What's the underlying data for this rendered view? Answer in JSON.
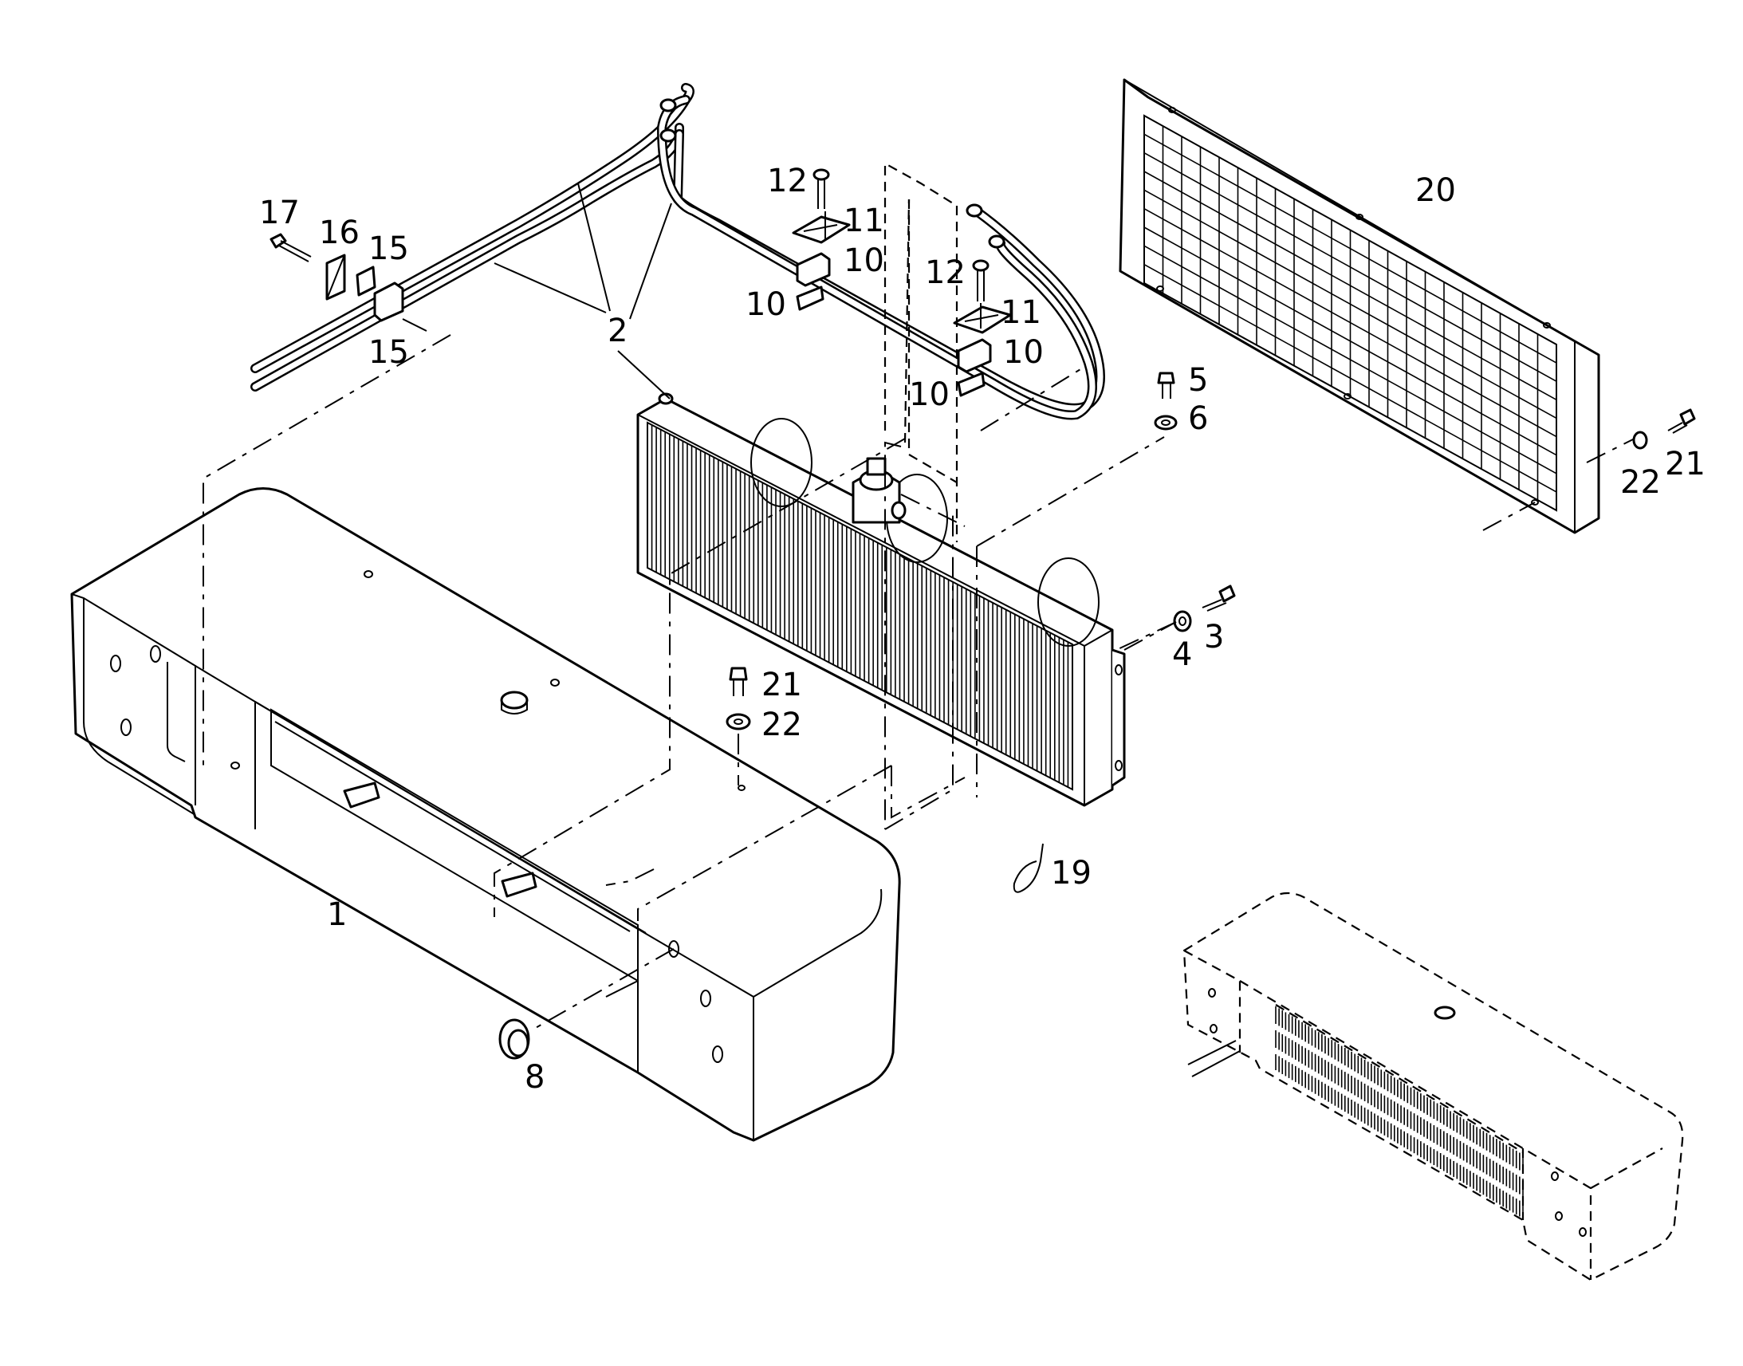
{
  "callouts": [
    {
      "id": "c1",
      "text": "1"
    },
    {
      "id": "c2",
      "text": "2"
    },
    {
      "id": "c3",
      "text": "3"
    },
    {
      "id": "c4",
      "text": "4"
    },
    {
      "id": "c5",
      "text": "5"
    },
    {
      "id": "c6",
      "text": "6"
    },
    {
      "id": "c8",
      "text": "8"
    },
    {
      "id": "c10a",
      "text": "10"
    },
    {
      "id": "c10b",
      "text": "10"
    },
    {
      "id": "c10c",
      "text": "10"
    },
    {
      "id": "c10d",
      "text": "10"
    },
    {
      "id": "c11a",
      "text": "11"
    },
    {
      "id": "c11b",
      "text": "11"
    },
    {
      "id": "c12a",
      "text": "12"
    },
    {
      "id": "c12b",
      "text": "12"
    },
    {
      "id": "c15a",
      "text": "15"
    },
    {
      "id": "c15b",
      "text": "15"
    },
    {
      "id": "c16",
      "text": "16"
    },
    {
      "id": "c17",
      "text": "17"
    },
    {
      "id": "c19",
      "text": "19"
    },
    {
      "id": "c20",
      "text": "20"
    },
    {
      "id": "c21a",
      "text": "21"
    },
    {
      "id": "c21b",
      "text": "21"
    },
    {
      "id": "c22a",
      "text": "22"
    },
    {
      "id": "c22b",
      "text": "22"
    }
  ],
  "colors": {
    "line": "#000000",
    "background": "#ffffff"
  }
}
